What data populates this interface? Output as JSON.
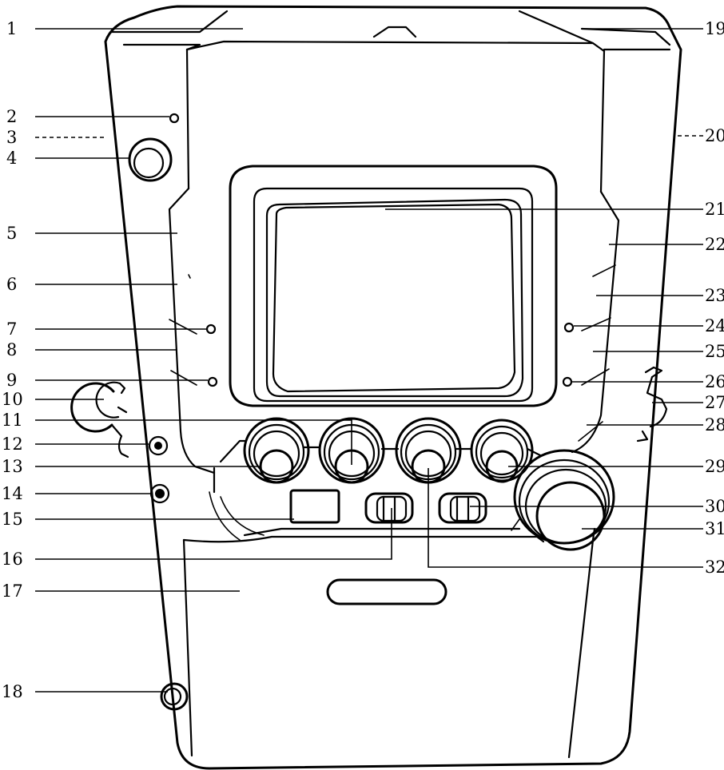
{
  "diagram": {
    "callouts": [
      "1",
      "2",
      "3",
      "4",
      "5",
      "6",
      "7",
      "8",
      "9",
      "10",
      "11",
      "12",
      "13",
      "14",
      "15",
      "16",
      "17",
      "18",
      "19",
      "20",
      "21",
      "22",
      "23",
      "24",
      "25",
      "26",
      "27",
      "28",
      "29",
      "30",
      "31",
      "32"
    ]
  },
  "colors": {
    "ink": "#000000",
    "paper": "#ffffff"
  }
}
